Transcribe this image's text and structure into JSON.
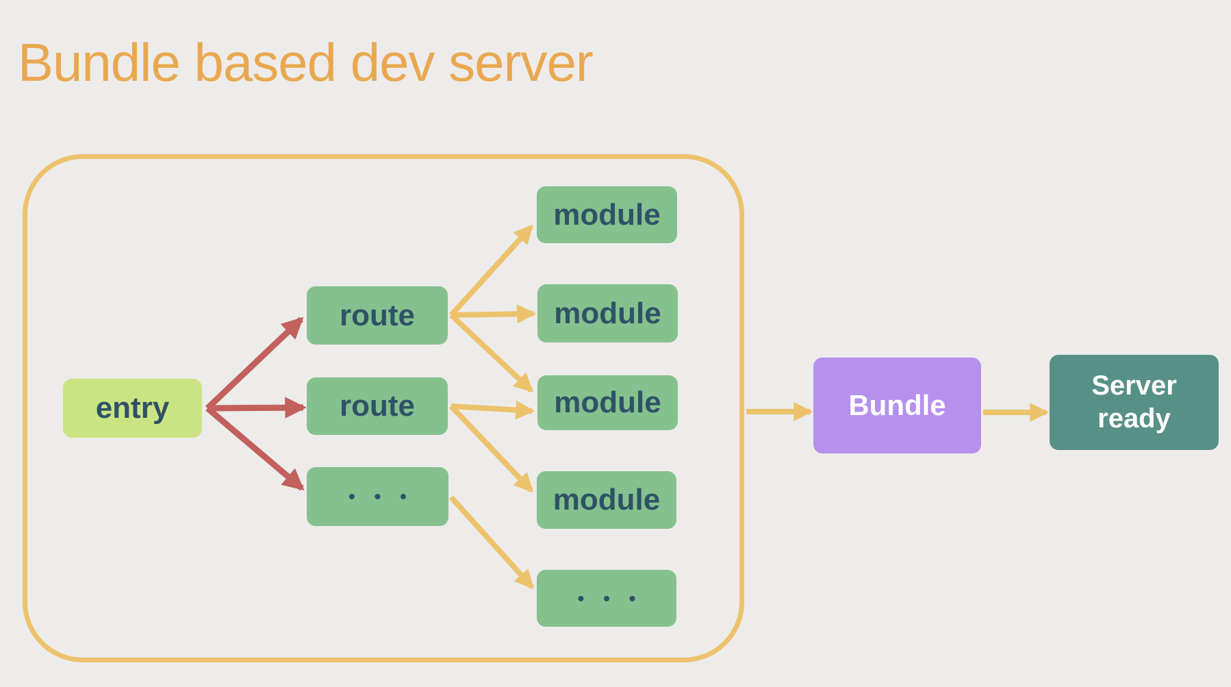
{
  "title": "Bundle based dev server",
  "colors": {
    "background": "#EDECEA",
    "title_text": "#E9A850",
    "container_border": "#EDC26C",
    "yellow_arrow": "#EDC26C",
    "red_arrow": "#C2605E",
    "entry_fill": "#CBE483",
    "node_fill": "#84C18E",
    "node_text": "#2F5266",
    "bundle_fill": "#B590EC",
    "server_fill": "#579086",
    "light_text": "#FFFFFF"
  },
  "diagram": {
    "entry": {
      "label": "entry"
    },
    "routes": [
      {
        "label": "route"
      },
      {
        "label": "route"
      },
      {
        "label": "• • •"
      }
    ],
    "modules": [
      {
        "label": "module"
      },
      {
        "label": "module"
      },
      {
        "label": "module"
      },
      {
        "label": "module"
      },
      {
        "label": "• • •"
      }
    ],
    "bundle": {
      "label": "Bundle"
    },
    "server": {
      "label_line1": "Server",
      "label_line2": "ready"
    },
    "edges": [
      {
        "from": "entry",
        "to": "route-1",
        "color": "red"
      },
      {
        "from": "entry",
        "to": "route-2",
        "color": "red"
      },
      {
        "from": "entry",
        "to": "route-3",
        "color": "red"
      },
      {
        "from": "route-1",
        "to": "module-1",
        "color": "yellow"
      },
      {
        "from": "route-1",
        "to": "module-2",
        "color": "yellow"
      },
      {
        "from": "route-1",
        "to": "module-3",
        "color": "yellow"
      },
      {
        "from": "route-2",
        "to": "module-3",
        "color": "yellow"
      },
      {
        "from": "route-2",
        "to": "module-4",
        "color": "yellow"
      },
      {
        "from": "route-3",
        "to": "module-5",
        "color": "yellow"
      },
      {
        "from": "dev-server-frame",
        "to": "bundle",
        "color": "yellow"
      },
      {
        "from": "bundle",
        "to": "server-ready",
        "color": "yellow"
      }
    ]
  }
}
